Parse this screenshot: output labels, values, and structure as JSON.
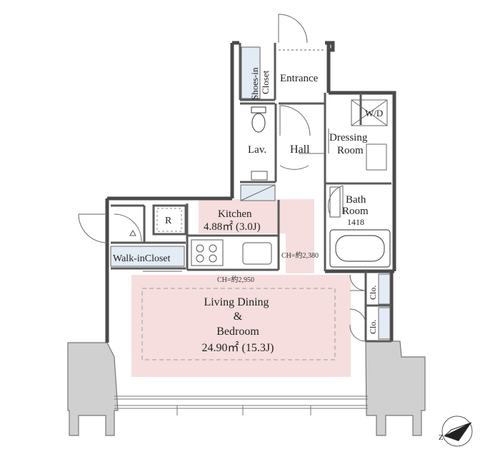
{
  "rooms": {
    "entrance": "Entrance",
    "shoes_closet_line1": "Shoes-in",
    "shoes_closet_line2": "Closet",
    "lavatory": "Lav.",
    "hall": "Hall",
    "washer": "W/D",
    "dressing_line1": "Dressing",
    "dressing_line2": "Room",
    "bath_line1": "Bath",
    "bath_line2": "Room",
    "bath_size": "1418",
    "refrigerator": "R",
    "kitchen_name": "Kitchen",
    "kitchen_area": "4.88㎡ (3.0J)",
    "walk_in_closet": "Walk-inCloset",
    "closet_upper": "Clo.",
    "closet_lower": "Clo.",
    "living_line1": "Living Dining",
    "living_line2": "&",
    "living_line3": "Bedroom",
    "living_area": "24.90㎡ (15.3J)"
  },
  "ceiling_heights": {
    "hall_ch": "CH=約2,380",
    "living_ch": "CH=約2,950"
  },
  "colors": {
    "wall": "#4a4a4a",
    "column_fill": "#d0d0d0",
    "accent_pink": "#f6dede",
    "fixture_blue": "#e3ebf5"
  },
  "compass_icon": "north-arrow-icon"
}
